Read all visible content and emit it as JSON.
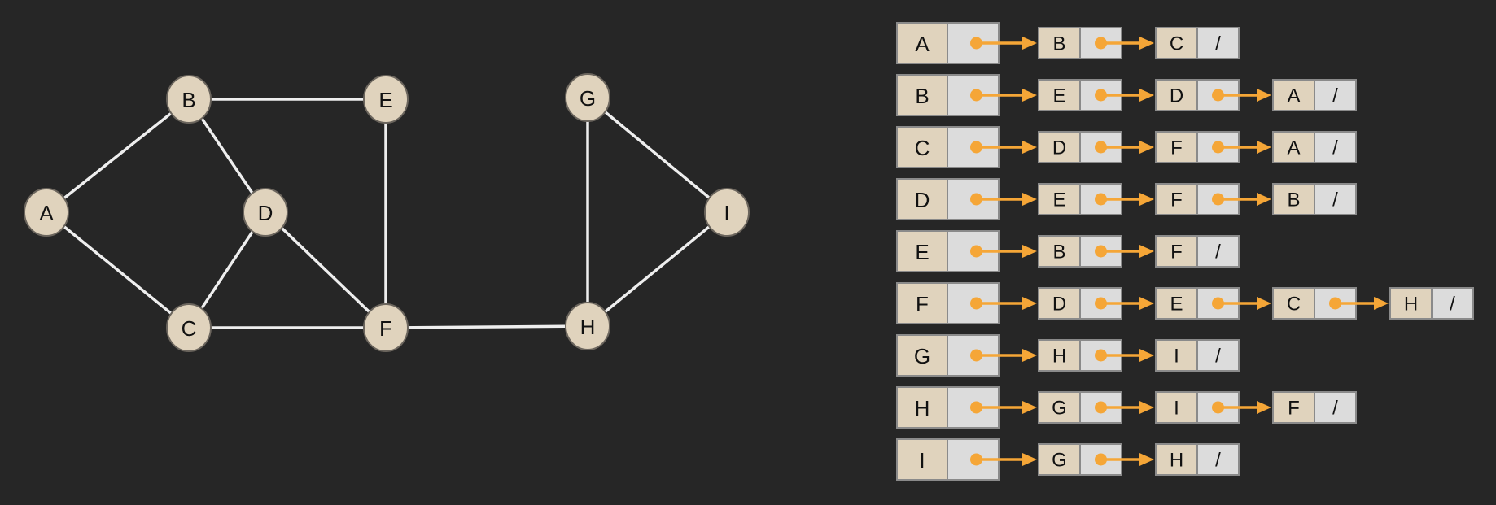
{
  "colors": {
    "background": "#262626",
    "node_fill": "#e0d3bd",
    "node_stroke": "#6b655d",
    "edge": "#eeeeee",
    "head_cell": "#e0d3bd",
    "pointer_cell": "#dcdcdc",
    "cell_border": "#8a8a8a",
    "arrow": "#f5a637"
  },
  "graph": {
    "nodes": [
      "A",
      "B",
      "C",
      "D",
      "E",
      "F",
      "G",
      "H",
      "I"
    ],
    "edges": [
      [
        "A",
        "B"
      ],
      [
        "A",
        "C"
      ],
      [
        "B",
        "E"
      ],
      [
        "B",
        "D"
      ],
      [
        "C",
        "D"
      ],
      [
        "C",
        "F"
      ],
      [
        "D",
        "F"
      ],
      [
        "E",
        "F"
      ],
      [
        "F",
        "H"
      ],
      [
        "G",
        "H"
      ],
      [
        "G",
        "I"
      ],
      [
        "H",
        "I"
      ]
    ]
  },
  "adjacency_list": {
    "null_marker": "/",
    "rows": [
      {
        "vertex": "A",
        "neighbors": [
          "B",
          "C"
        ]
      },
      {
        "vertex": "B",
        "neighbors": [
          "E",
          "D",
          "A"
        ]
      },
      {
        "vertex": "C",
        "neighbors": [
          "D",
          "F",
          "A"
        ]
      },
      {
        "vertex": "D",
        "neighbors": [
          "E",
          "F",
          "B"
        ]
      },
      {
        "vertex": "E",
        "neighbors": [
          "B",
          "F"
        ]
      },
      {
        "vertex": "F",
        "neighbors": [
          "D",
          "E",
          "C",
          "H"
        ]
      },
      {
        "vertex": "G",
        "neighbors": [
          "H",
          "I"
        ]
      },
      {
        "vertex": "H",
        "neighbors": [
          "G",
          "I",
          "F"
        ]
      },
      {
        "vertex": "I",
        "neighbors": [
          "G",
          "H"
        ]
      }
    ]
  }
}
